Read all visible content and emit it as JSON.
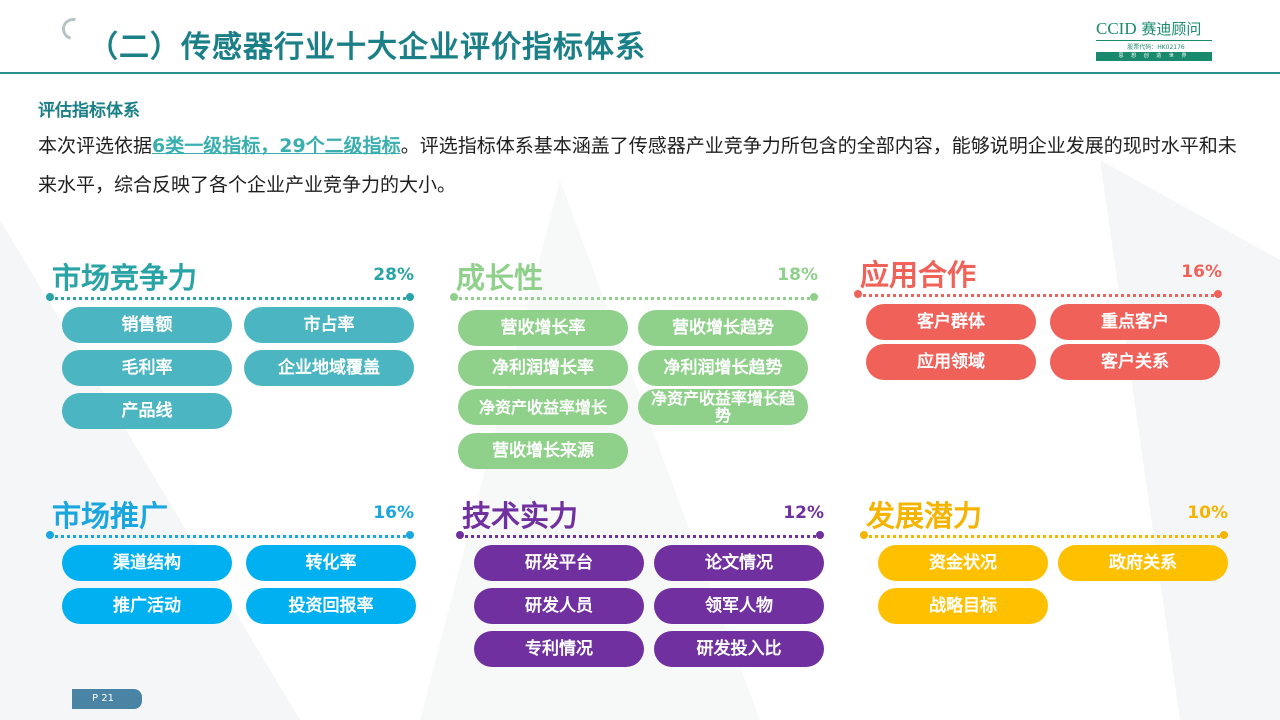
{
  "header": {
    "title": "（二）传感器行业十大企业评价指标体系",
    "logo": {
      "ccid": "CCID",
      "name": "赛迪顾问",
      "code": "股票代码：HK02176",
      "slogan": "思 想 创 造 世 界"
    }
  },
  "intro": {
    "title": "评估指标体系",
    "text_before": "本次评选依据",
    "highlight": "6类一级指标，29个二级指标",
    "text_after": "。评选指标体系基本涵盖了传感器产业竞争力所包含的全部内容，能够说明企业发展的现时水平和未来水平，综合反映了各个企业产业竞争力的大小。"
  },
  "categories": [
    {
      "title": "市场竞争力",
      "percent": "28%",
      "color": "#2aa3a6",
      "pill_color": "#4bb5c1",
      "items": [
        "销售额",
        "市占率",
        "毛利率",
        "企业地域覆盖",
        "产品线"
      ]
    },
    {
      "title": "成长性",
      "percent": "18%",
      "color": "#8fd08a",
      "pill_color": "#8fd08a",
      "items": [
        "营收增长率",
        "营收增长趋势",
        "净利润增长率",
        "净利润增长趋势",
        "净资产收益率增长",
        "净资产收益率增长趋势",
        "营收增长来源"
      ]
    },
    {
      "title": "应用合作",
      "percent": "16%",
      "color": "#f0615a",
      "pill_color": "#f0615a",
      "items": [
        "客户群体",
        "重点客户",
        "应用领域",
        "客户关系"
      ]
    },
    {
      "title": "市场推广",
      "percent": "16%",
      "color": "#1aa6de",
      "pill_color": "#00b0f0",
      "items": [
        "渠道结构",
        "转化率",
        "推广活动",
        "投资回报率"
      ]
    },
    {
      "title": "技术实力",
      "percent": "12%",
      "color": "#7030a0",
      "pill_color": "#7030a0",
      "items": [
        "研发平台",
        "论文情况",
        "研发人员",
        "领军人物",
        "专利情况",
        "研发投入比"
      ]
    },
    {
      "title": "发展潜力",
      "percent": "10%",
      "color": "#f4b400",
      "pill_color": "#ffc000",
      "items": [
        "资金状况",
        "政府关系",
        "战略目标"
      ]
    }
  ],
  "footer": {
    "page": "P 21"
  }
}
